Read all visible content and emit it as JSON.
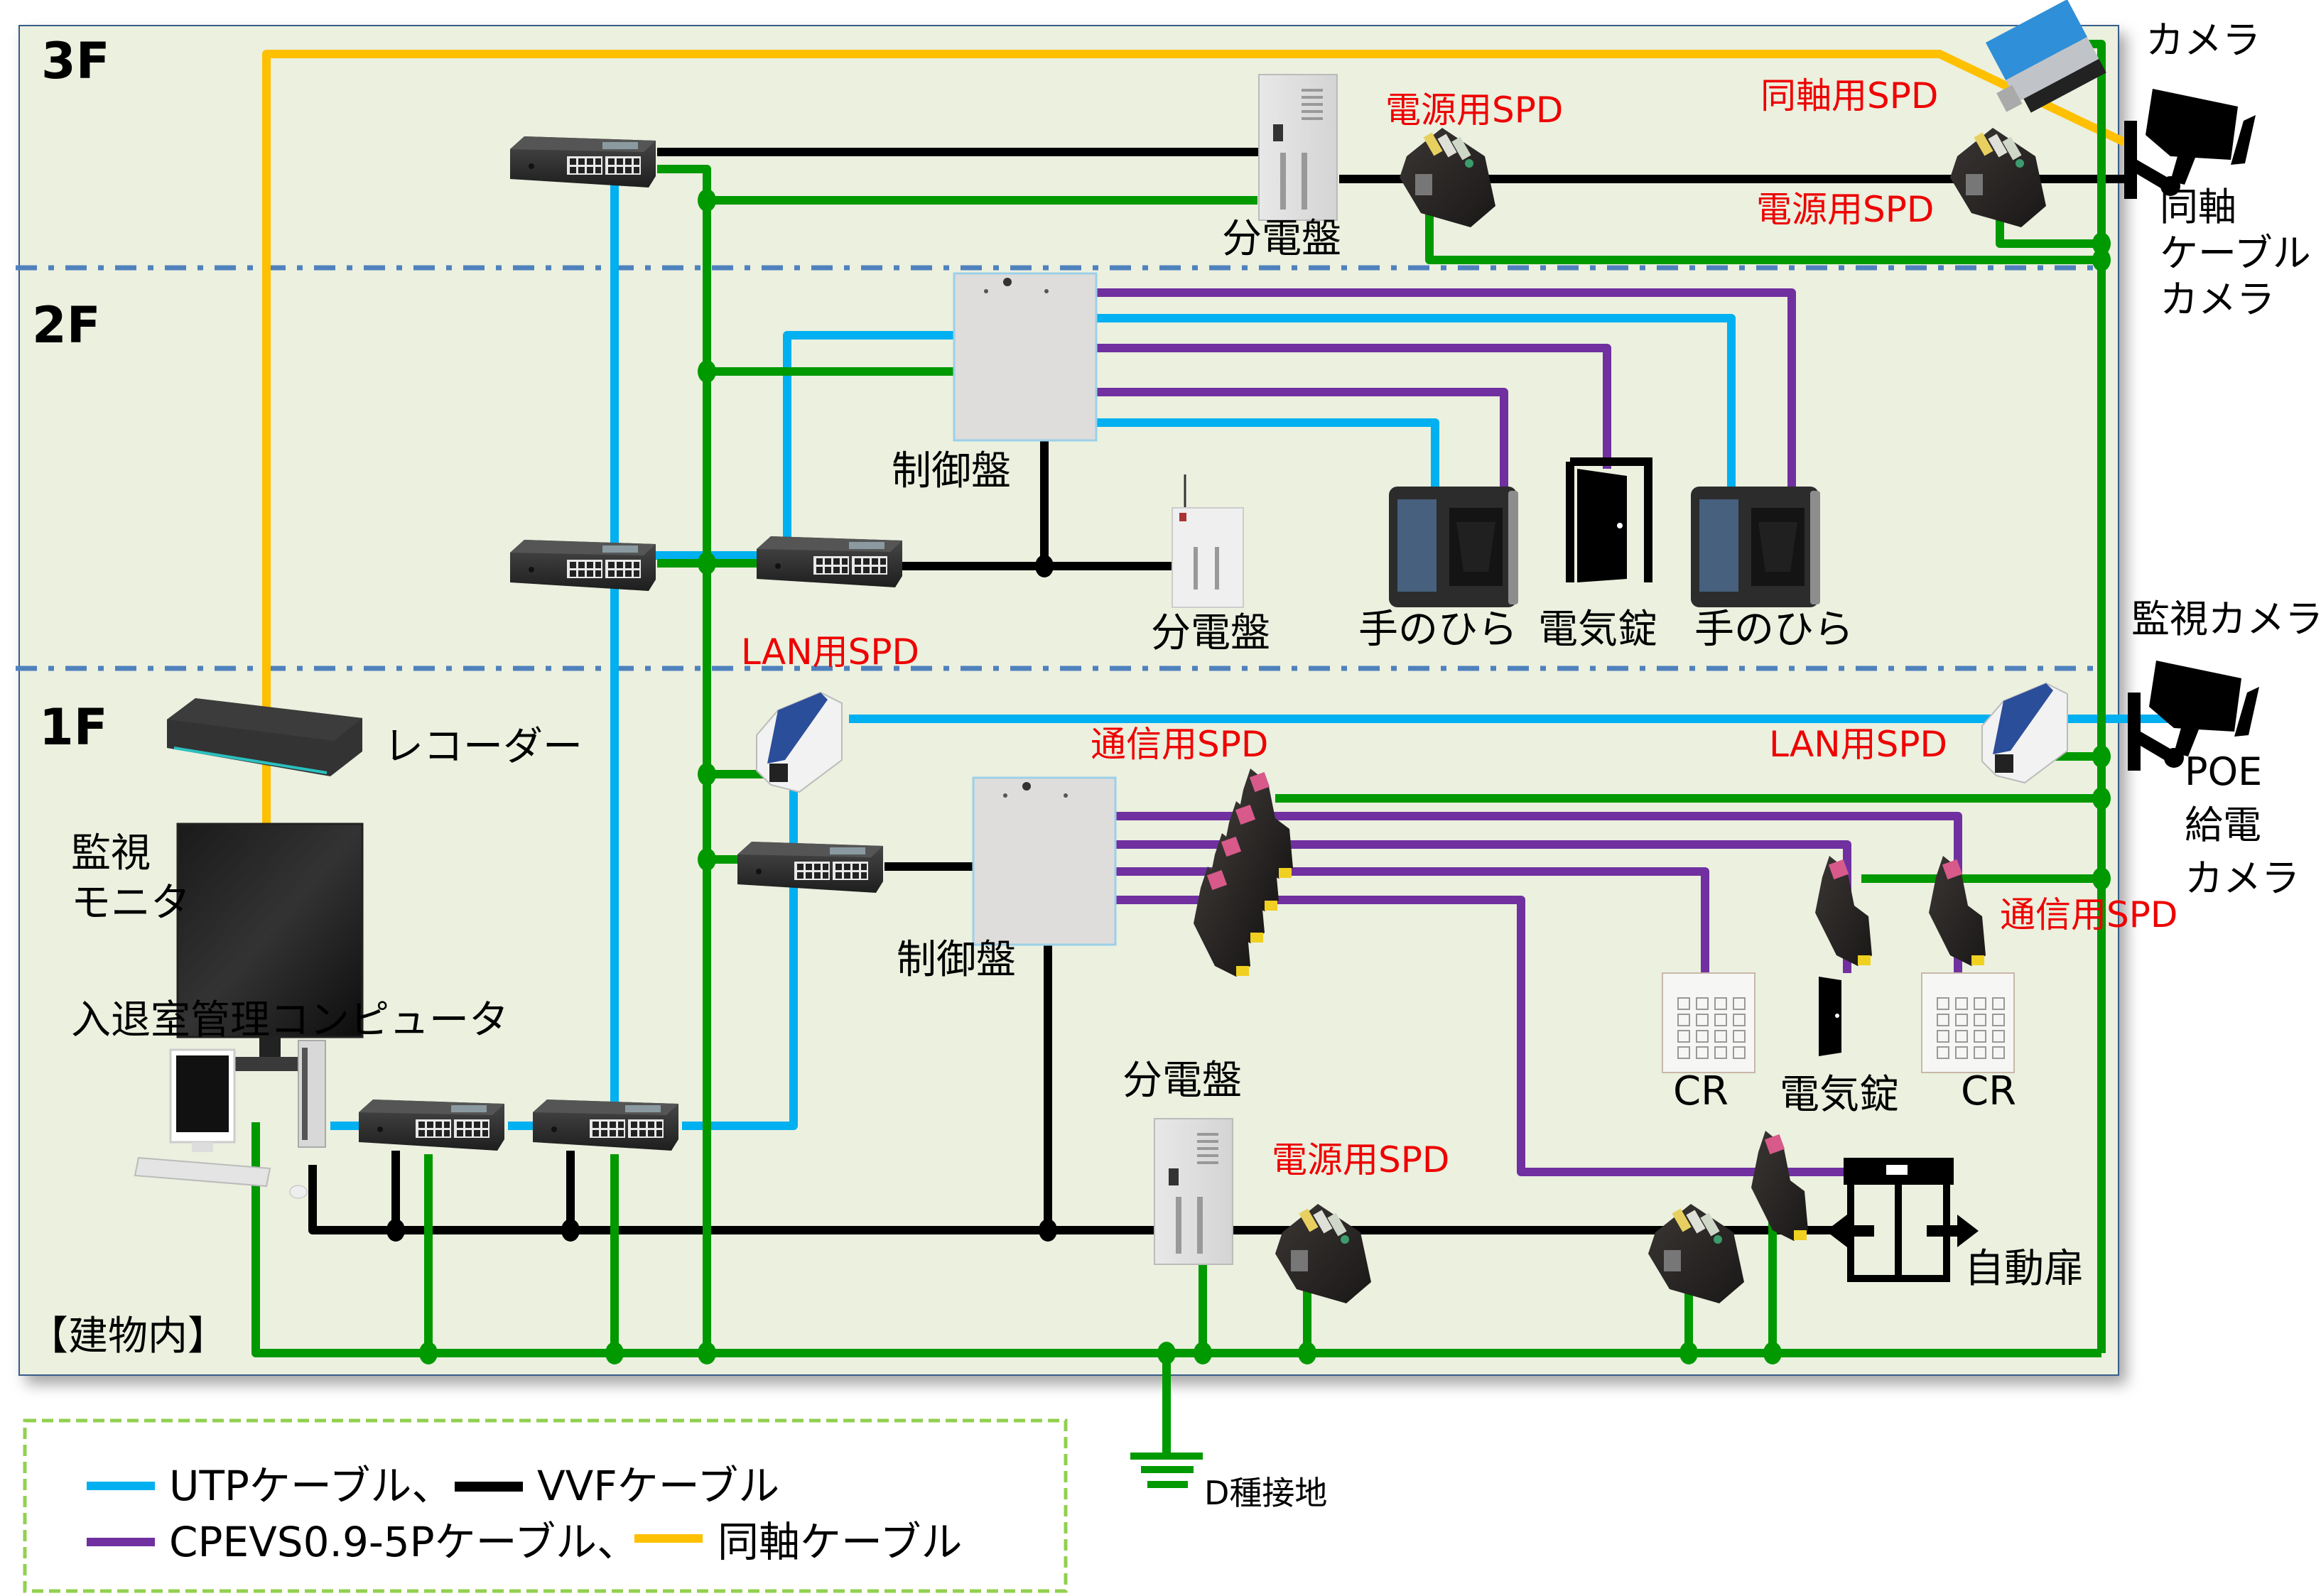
{
  "colors": {
    "utp": "#00b0f0",
    "vvf": "#000000",
    "cpevs": "#7030a0",
    "coax": "#ffc000",
    "ground": "#009900",
    "panel_bg": "#ebf0df",
    "floor_divider": "#4f81bd",
    "spd_label": "#ee0000",
    "legend_border": "#92d050"
  },
  "floors": {
    "f3": "3F",
    "f2": "2F",
    "f1": "1F"
  },
  "building_label": "【建物内】",
  "labels": {
    "f3_distribution_board": "分電盤",
    "f3_power_spd_left": "電源用SPD",
    "f3_coax_spd": "同軸用SPD",
    "f3_power_spd_right": "電源用SPD",
    "camera_top": "カメラ",
    "coax_camera_line1": "同軸",
    "coax_camera_line2": "ケーブル",
    "coax_camera_line3": "カメラ",
    "f2_control_panel": "制御盤",
    "f2_distribution_board": "分電盤",
    "f2_palm_left": "手のひら",
    "f2_electric_lock": "電気錠",
    "f2_palm_right": "手のひら",
    "f2_lan_spd": "LAN用SPD",
    "surveillance_camera": "監視カメラ",
    "poe_camera_line1": "POE",
    "poe_camera_line2": "給電",
    "poe_camera_line3": "カメラ",
    "recorder": "レコーダー",
    "monitor_line1": "監視",
    "monitor_line2": "モニタ",
    "access_pc": "入退室管理コンピュータ",
    "f1_comm_spd": "通信用SPD",
    "f1_lan_spd_right": "LAN用SPD",
    "f1_comm_spd_right": "通信用SPD",
    "f1_control_panel": "制御盤",
    "f1_cr_left": "CR",
    "f1_electric_lock": "電気錠",
    "f1_cr_right": "CR",
    "f1_distribution_board": "分電盤",
    "f1_power_spd": "電源用SPD",
    "auto_door": "自動扉",
    "grounding": "D種接地"
  },
  "legend": {
    "items": [
      {
        "label": "UTPケーブル、",
        "color": "#00b0f0"
      },
      {
        "label": "VVFケーブル",
        "color": "#000000"
      },
      {
        "label": "CPEVS0.9-5Pケーブル、",
        "color": "#7030a0"
      },
      {
        "label": "同軸ケーブル",
        "color": "#ffc000"
      }
    ]
  }
}
